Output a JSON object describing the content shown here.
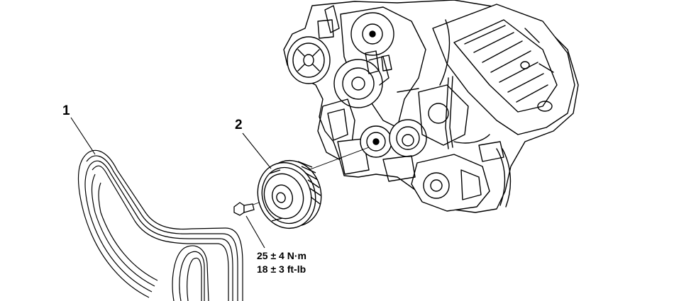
{
  "callouts": {
    "belt": "1",
    "pulley": "2"
  },
  "torque_spec": {
    "metric": "25 ± 4 N·m",
    "imperial": "18 ± 3 ft-lb"
  }
}
